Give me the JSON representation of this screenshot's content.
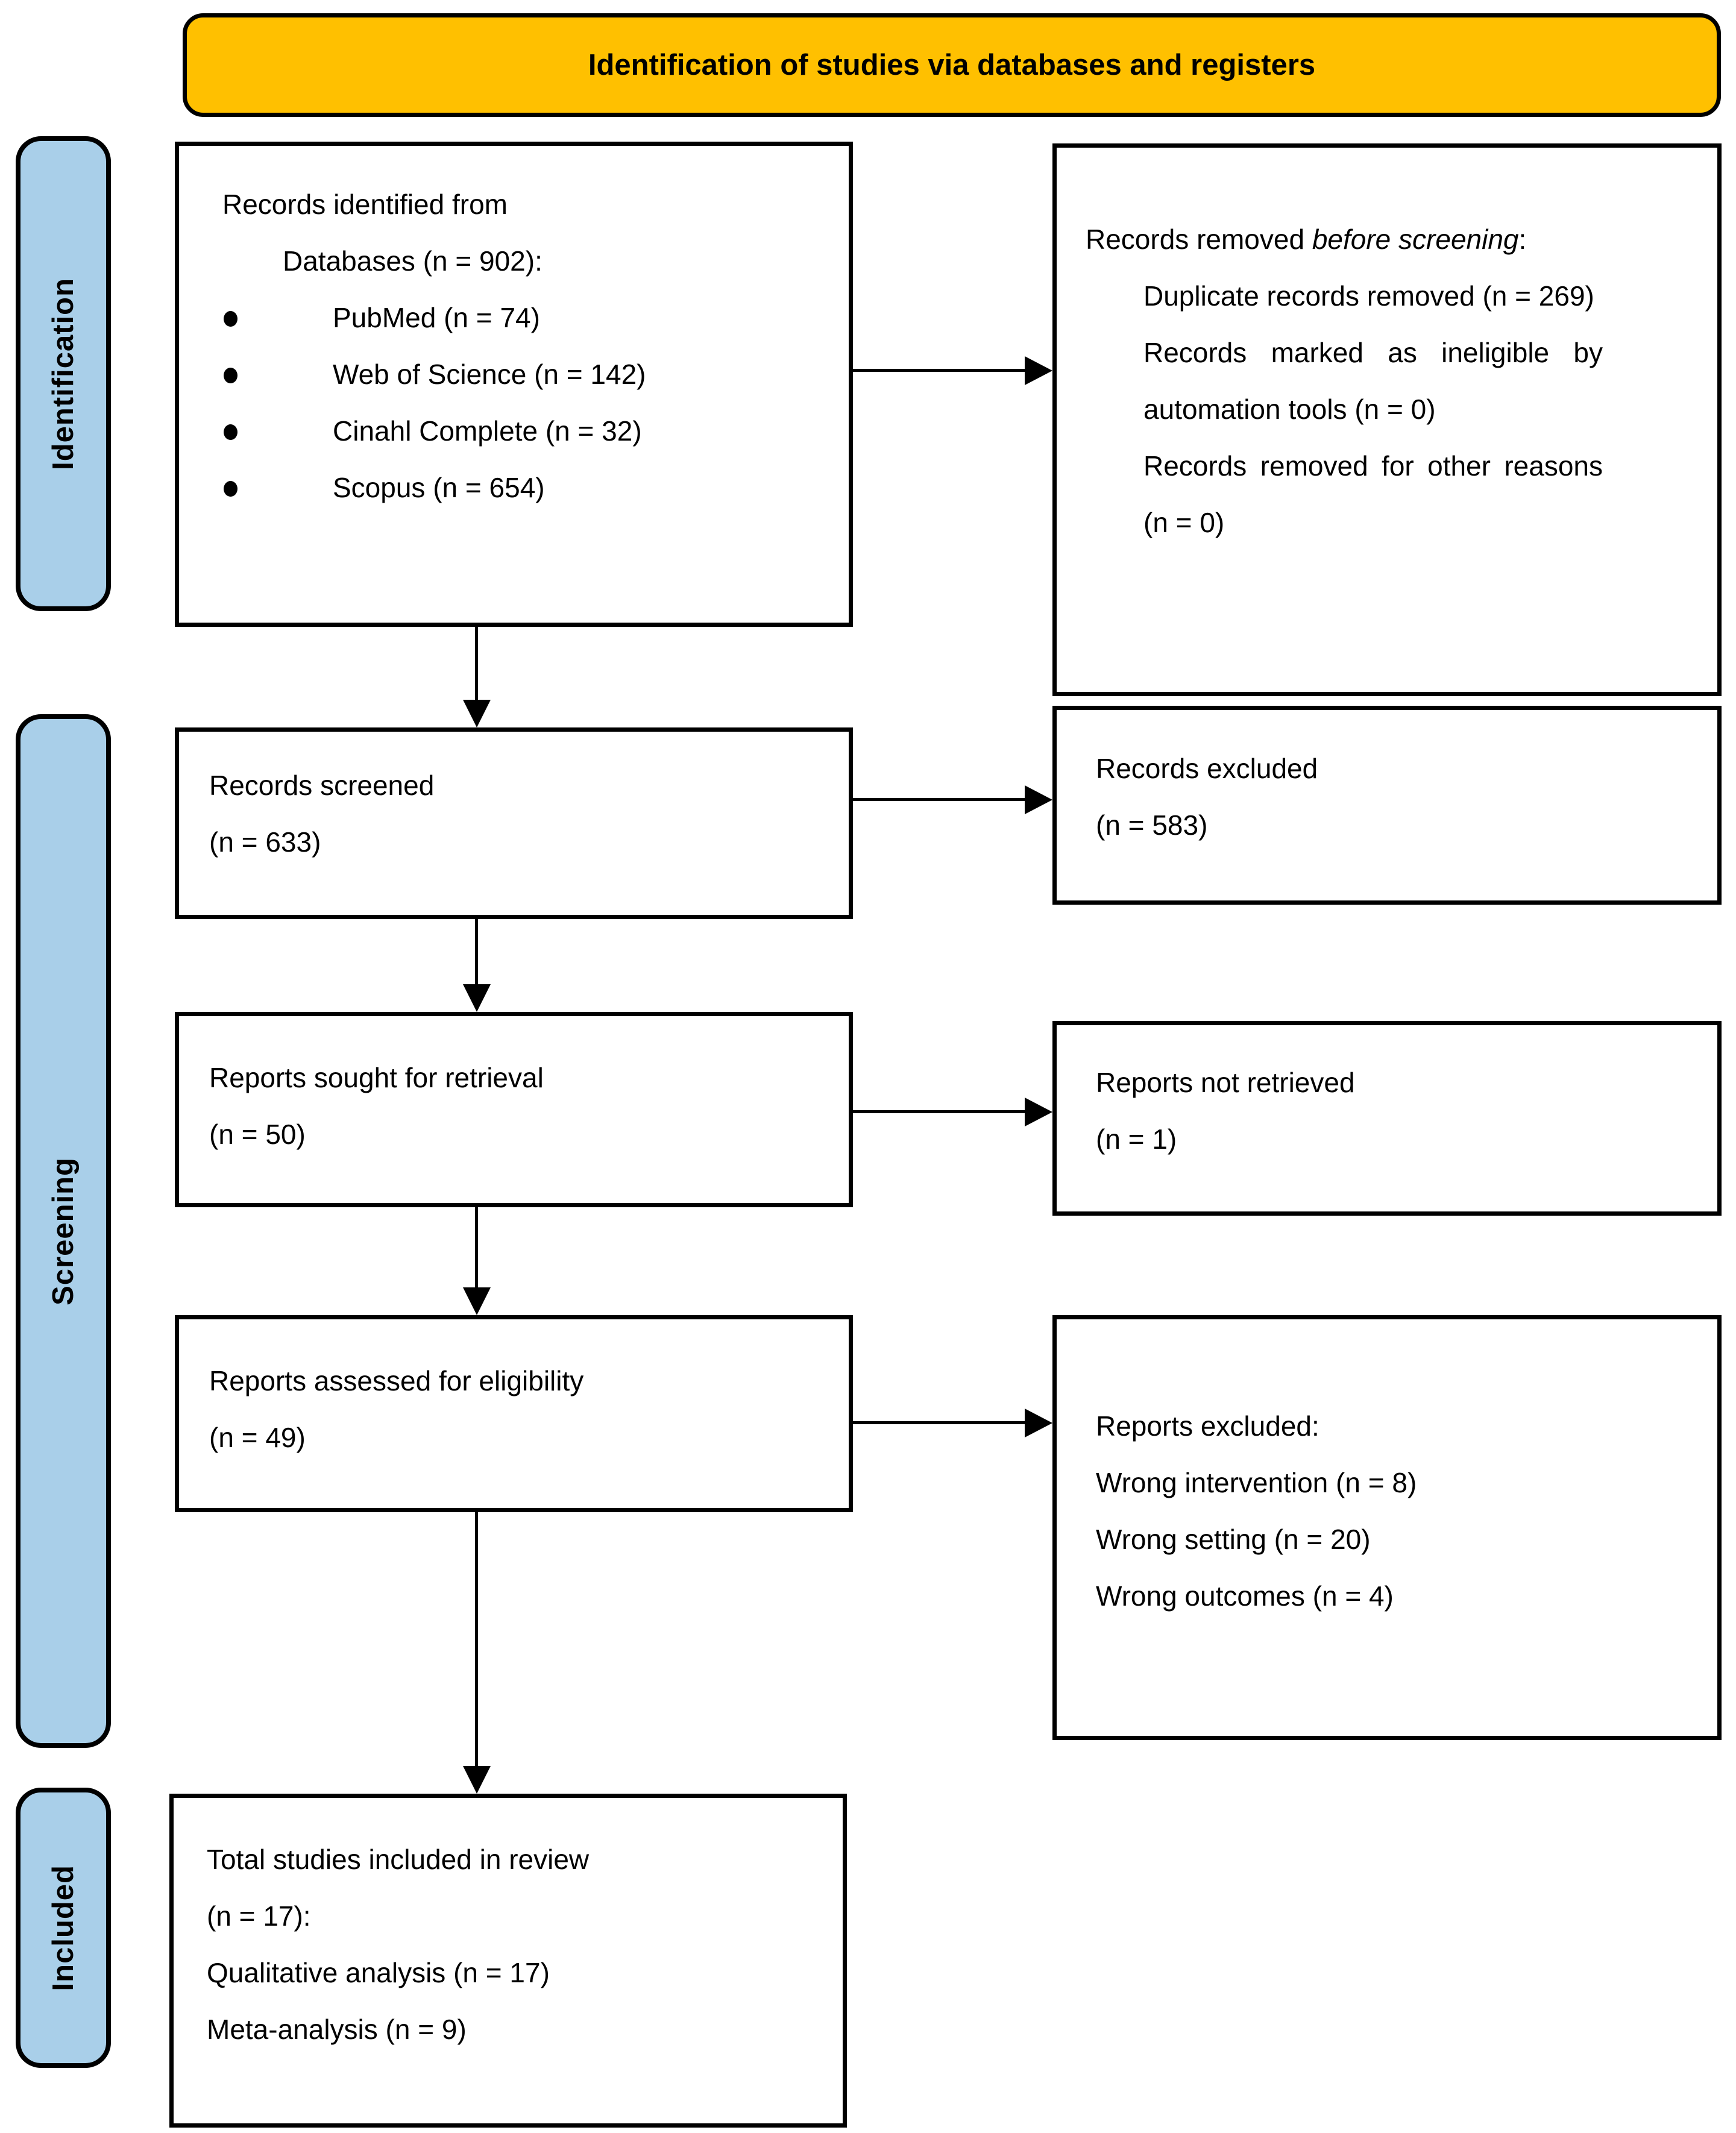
{
  "header": {
    "title": "Identification of studies via databases and registers"
  },
  "stages": {
    "identification": "Identification",
    "screening": "Screening",
    "included": "Included"
  },
  "colors": {
    "header_fill": "#FFC000",
    "stage_fill": "#A9CFE9",
    "box_fill": "#FFFFFF",
    "border": "#000000",
    "text": "#000000"
  },
  "boxes": {
    "records_identified": {
      "line1": "Records identified from",
      "line2": "Databases (n = 902):",
      "bullets": [
        "PubMed (n = 74)",
        "Web of Science (n = 142)",
        "Cinahl Complete (n = 32)",
        "Scopus (n = 654)"
      ]
    },
    "records_removed": {
      "intro_prefix": "Records removed ",
      "intro_italic": "before screening",
      "intro_suffix": ":",
      "items": [
        "Duplicate records removed (n = 269)",
        "Records marked as ineligible by automation tools (n = 0)",
        "Records removed for other reasons (n = 0)"
      ]
    },
    "records_screened": {
      "line1": "Records screened",
      "line2": "(n = 633)"
    },
    "records_excluded": {
      "line1": "Records excluded",
      "line2": "(n = 583)"
    },
    "reports_sought": {
      "line1": "Reports sought for retrieval",
      "line2": "(n = 50)"
    },
    "reports_not_retrieved": {
      "line1": "Reports not retrieved",
      "line2": "(n = 1)"
    },
    "reports_assessed": {
      "line1": "Reports assessed for eligibility",
      "line2": "(n = 49)"
    },
    "reports_excluded": {
      "title": "Reports excluded:",
      "items": [
        "Wrong intervention (n = 8)",
        "Wrong setting (n = 20)",
        "Wrong outcomes (n = 4)"
      ]
    },
    "total_included": {
      "line1": "Total studies included in review",
      "line2": "(n = 17):",
      "line3": "Qualitative analysis (n = 17)",
      "line4": "Meta-analysis (n = 9)"
    }
  }
}
